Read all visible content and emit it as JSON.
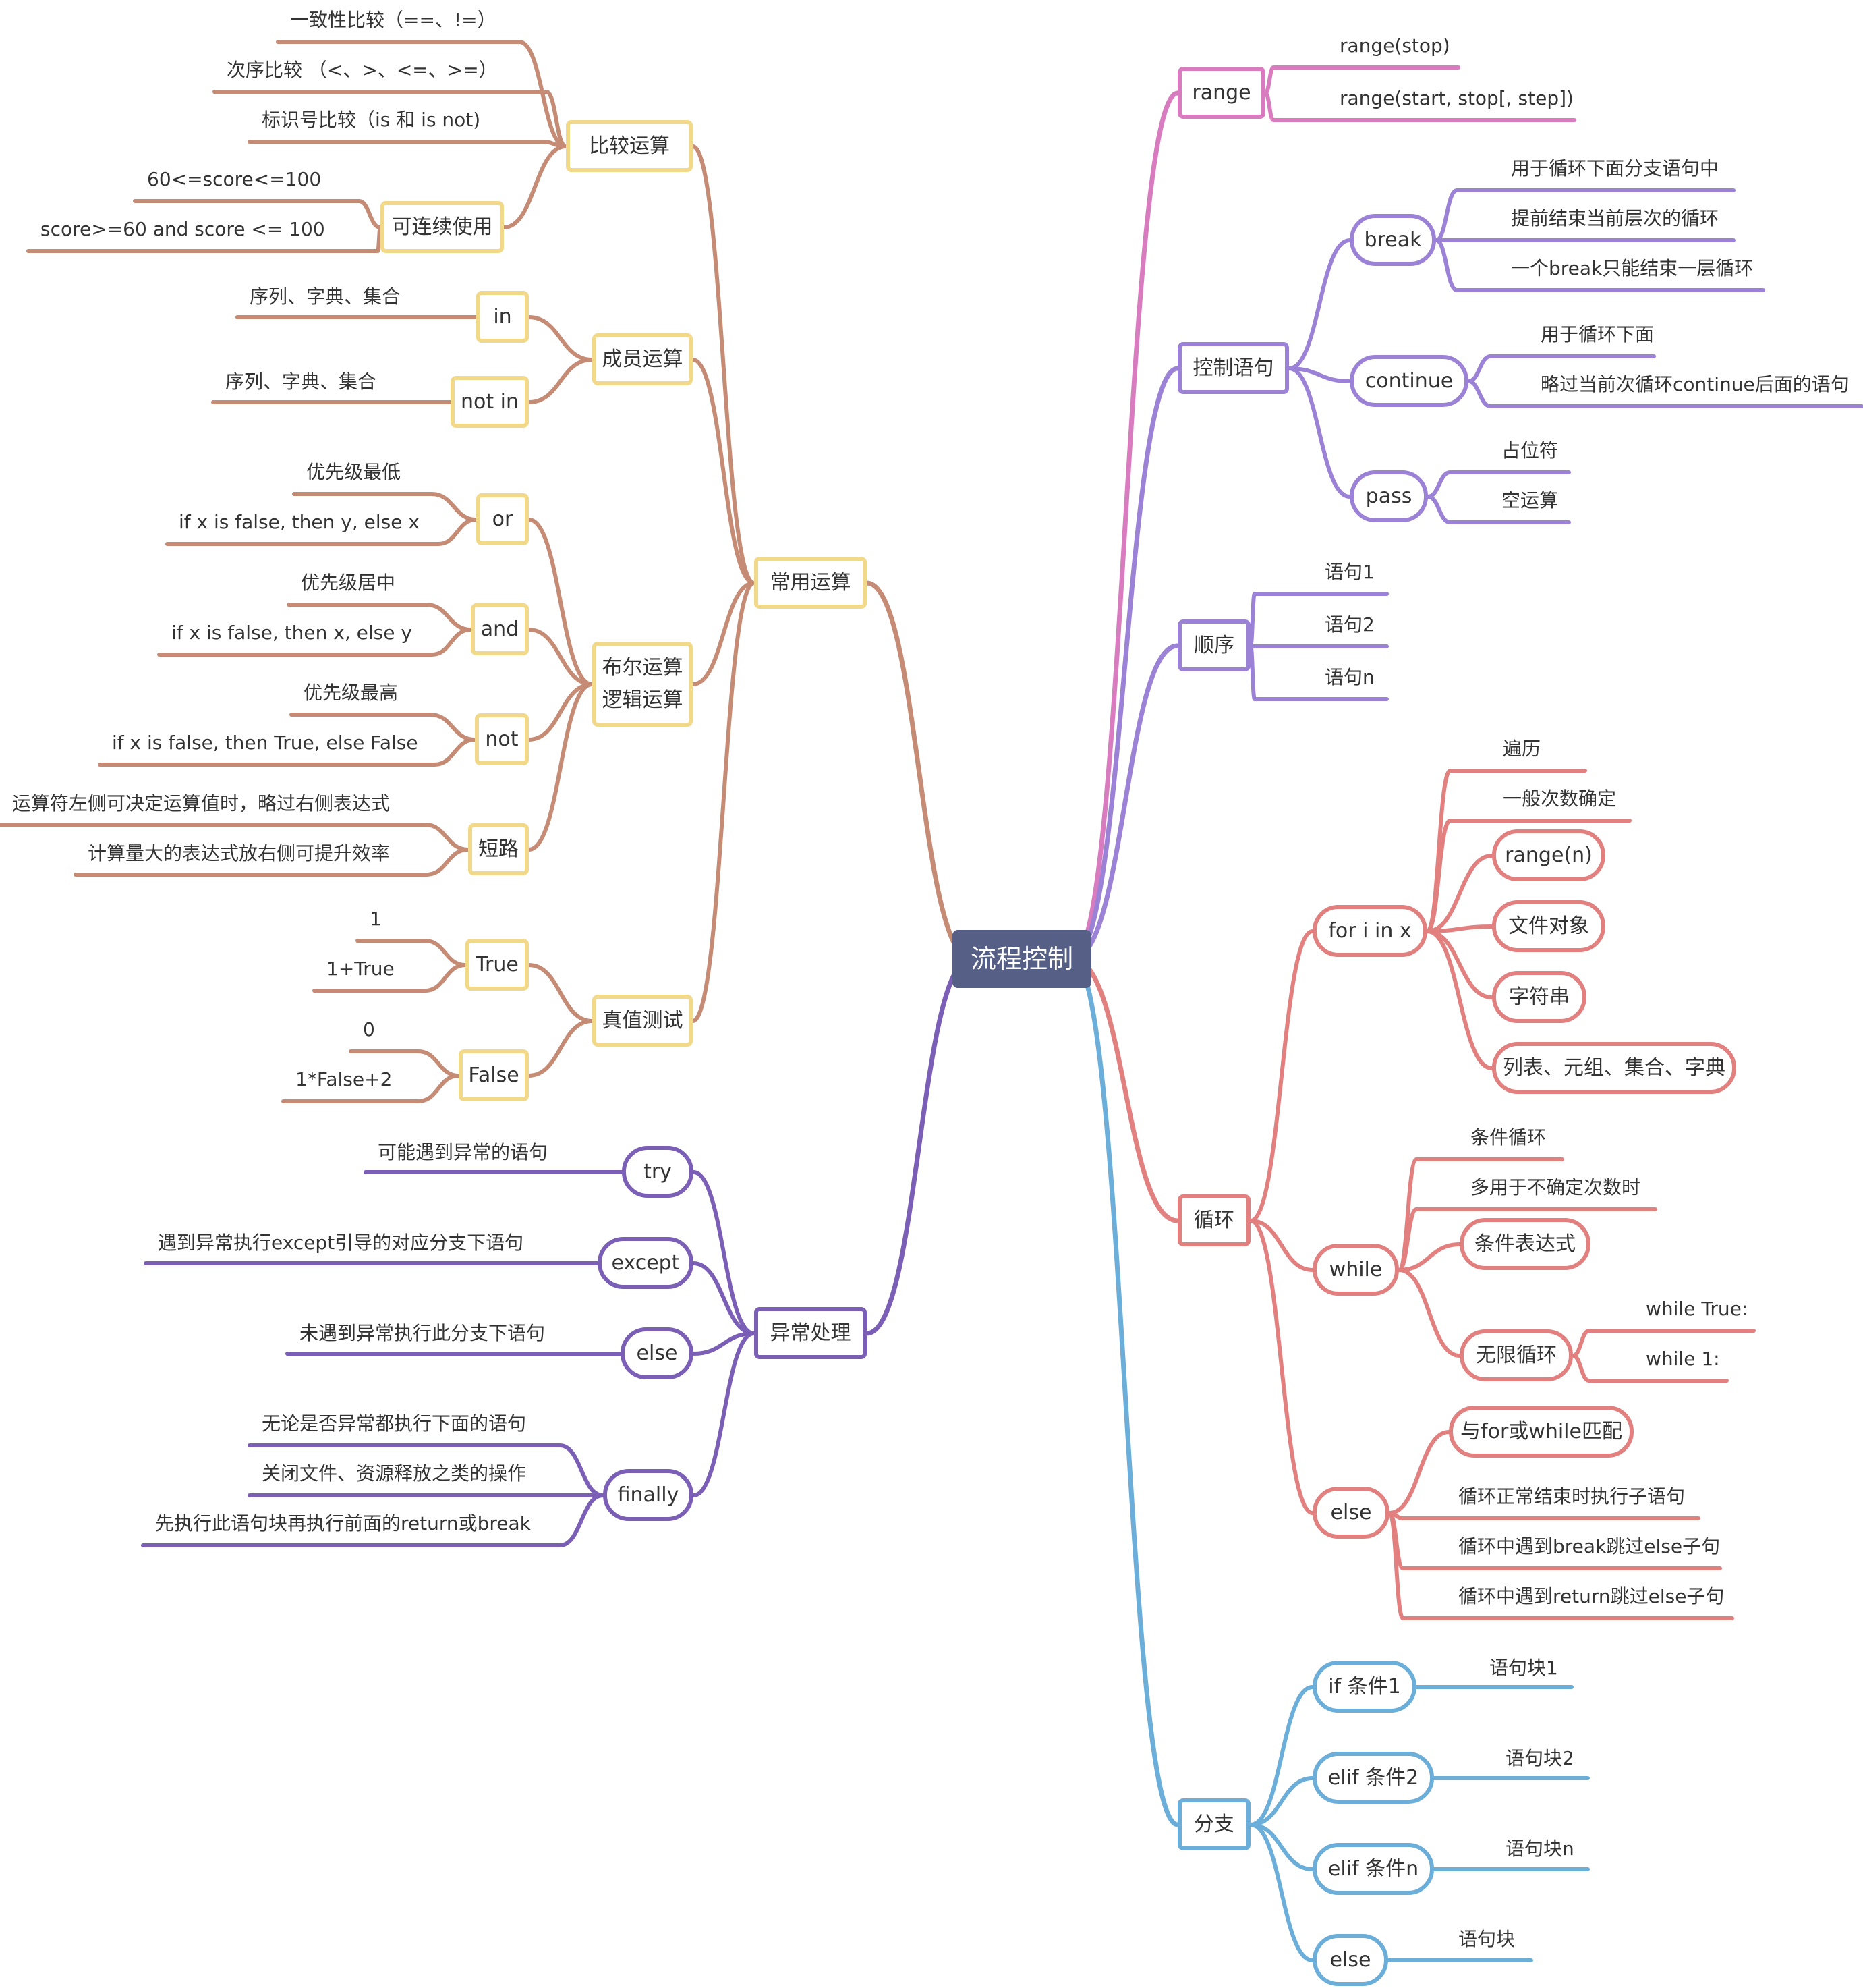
{
  "root": "流程控制",
  "colors": {
    "ops": "#c58b74",
    "ops_box": "#f2d98a",
    "exc": "#7b5fb6",
    "range": "#d97cbf",
    "ctrl": "#9b82d6",
    "seq": "#9b82d6",
    "loop": "#e27f7f",
    "branch": "#6aaed9",
    "root": "#565f85"
  },
  "ops": {
    "label": "常用运算",
    "compare": {
      "label": "比较运算",
      "items": [
        "一致性比较（==、!=）",
        "次序比较 （<、>、<=、>=）",
        "标识号比较（is 和 is not)"
      ],
      "chain": {
        "label": "可连续使用",
        "items": [
          "60<=score<=100",
          "score>=60 and score <= 100"
        ]
      }
    },
    "member": {
      "label": "成员运算",
      "in": {
        "label": "in",
        "text": "序列、字典、集合"
      },
      "notin": {
        "label": "not in",
        "text": "序列、字典、集合"
      }
    },
    "bool": {
      "label1": "布尔运算",
      "label2": "逻辑运算",
      "or": {
        "label": "or",
        "items": [
          "优先级最低",
          "if x is false, then y, else x"
        ]
      },
      "and": {
        "label": "and",
        "items": [
          "优先级居中",
          "if x is false, then x, else y"
        ]
      },
      "not": {
        "label": "not",
        "items": [
          "优先级最高",
          "if x is false, then True, else False"
        ]
      },
      "short": {
        "label": "短路",
        "items": [
          "运算符左侧可决定运算值时，略过右侧表达式",
          "计算量大的表达式放右侧可提升效率"
        ]
      }
    },
    "truth": {
      "label": "真值测试",
      "true": {
        "label": "True",
        "items": [
          "1",
          "1+True"
        ]
      },
      "false": {
        "label": "False",
        "items": [
          "0",
          "1*False+2"
        ]
      }
    }
  },
  "exc": {
    "label": "异常处理",
    "try": {
      "label": "try",
      "text": "可能遇到异常的语句"
    },
    "except": {
      "label": "except",
      "text": "遇到异常执行except引导的对应分支下语句"
    },
    "else": {
      "label": "else",
      "text": "未遇到异常执行此分支下语句"
    },
    "finally": {
      "label": "finally",
      "items": [
        "无论是否异常都执行下面的语句",
        "关闭文件、资源释放之类的操作",
        "先执行此语句块再执行前面的return或break"
      ]
    }
  },
  "range": {
    "label": "range",
    "items": [
      "range(stop)",
      "range(start, stop[, step])"
    ]
  },
  "ctrl": {
    "label": "控制语句",
    "break": {
      "label": "break",
      "items": [
        "用于循环下面分支语句中",
        "提前结束当前层次的循环",
        "一个break只能结束一层循环"
      ]
    },
    "continue": {
      "label": "continue",
      "items": [
        "用于循环下面",
        "略过当前次循环continue后面的语句"
      ]
    },
    "pass": {
      "label": "pass",
      "items": [
        "占位符",
        "空运算"
      ]
    }
  },
  "seq": {
    "label": "顺序",
    "items": [
      "语句1",
      "语句2",
      "语句n"
    ]
  },
  "loop": {
    "label": "循环",
    "for": {
      "label": "for i in  x",
      "leaves": [
        "遍历",
        "一般次数确定"
      ],
      "boxes": [
        "range(n)",
        "文件对象",
        "字符串",
        "列表、元组、集合、字典"
      ]
    },
    "while": {
      "label": "while",
      "leaves": [
        "条件循环",
        "多用于不确定次数时"
      ],
      "box": "条件表达式",
      "infinite": {
        "label": "无限循环",
        "items": [
          "while True:",
          "while 1:"
        ]
      }
    },
    "else": {
      "label": "else",
      "box": "与for或while匹配",
      "items": [
        "循环正常结束时执行子语句",
        "循环中遇到break跳过else子句",
        "循环中遇到return跳过else子句"
      ]
    }
  },
  "branch": {
    "label": "分支",
    "items": [
      {
        "label": "if 条件1",
        "text": "语句块1"
      },
      {
        "label": "elif 条件2",
        "text": "语句块2"
      },
      {
        "label": "elif 条件n",
        "text": "语句块n"
      },
      {
        "label": "else",
        "text": "语句块"
      }
    ]
  }
}
